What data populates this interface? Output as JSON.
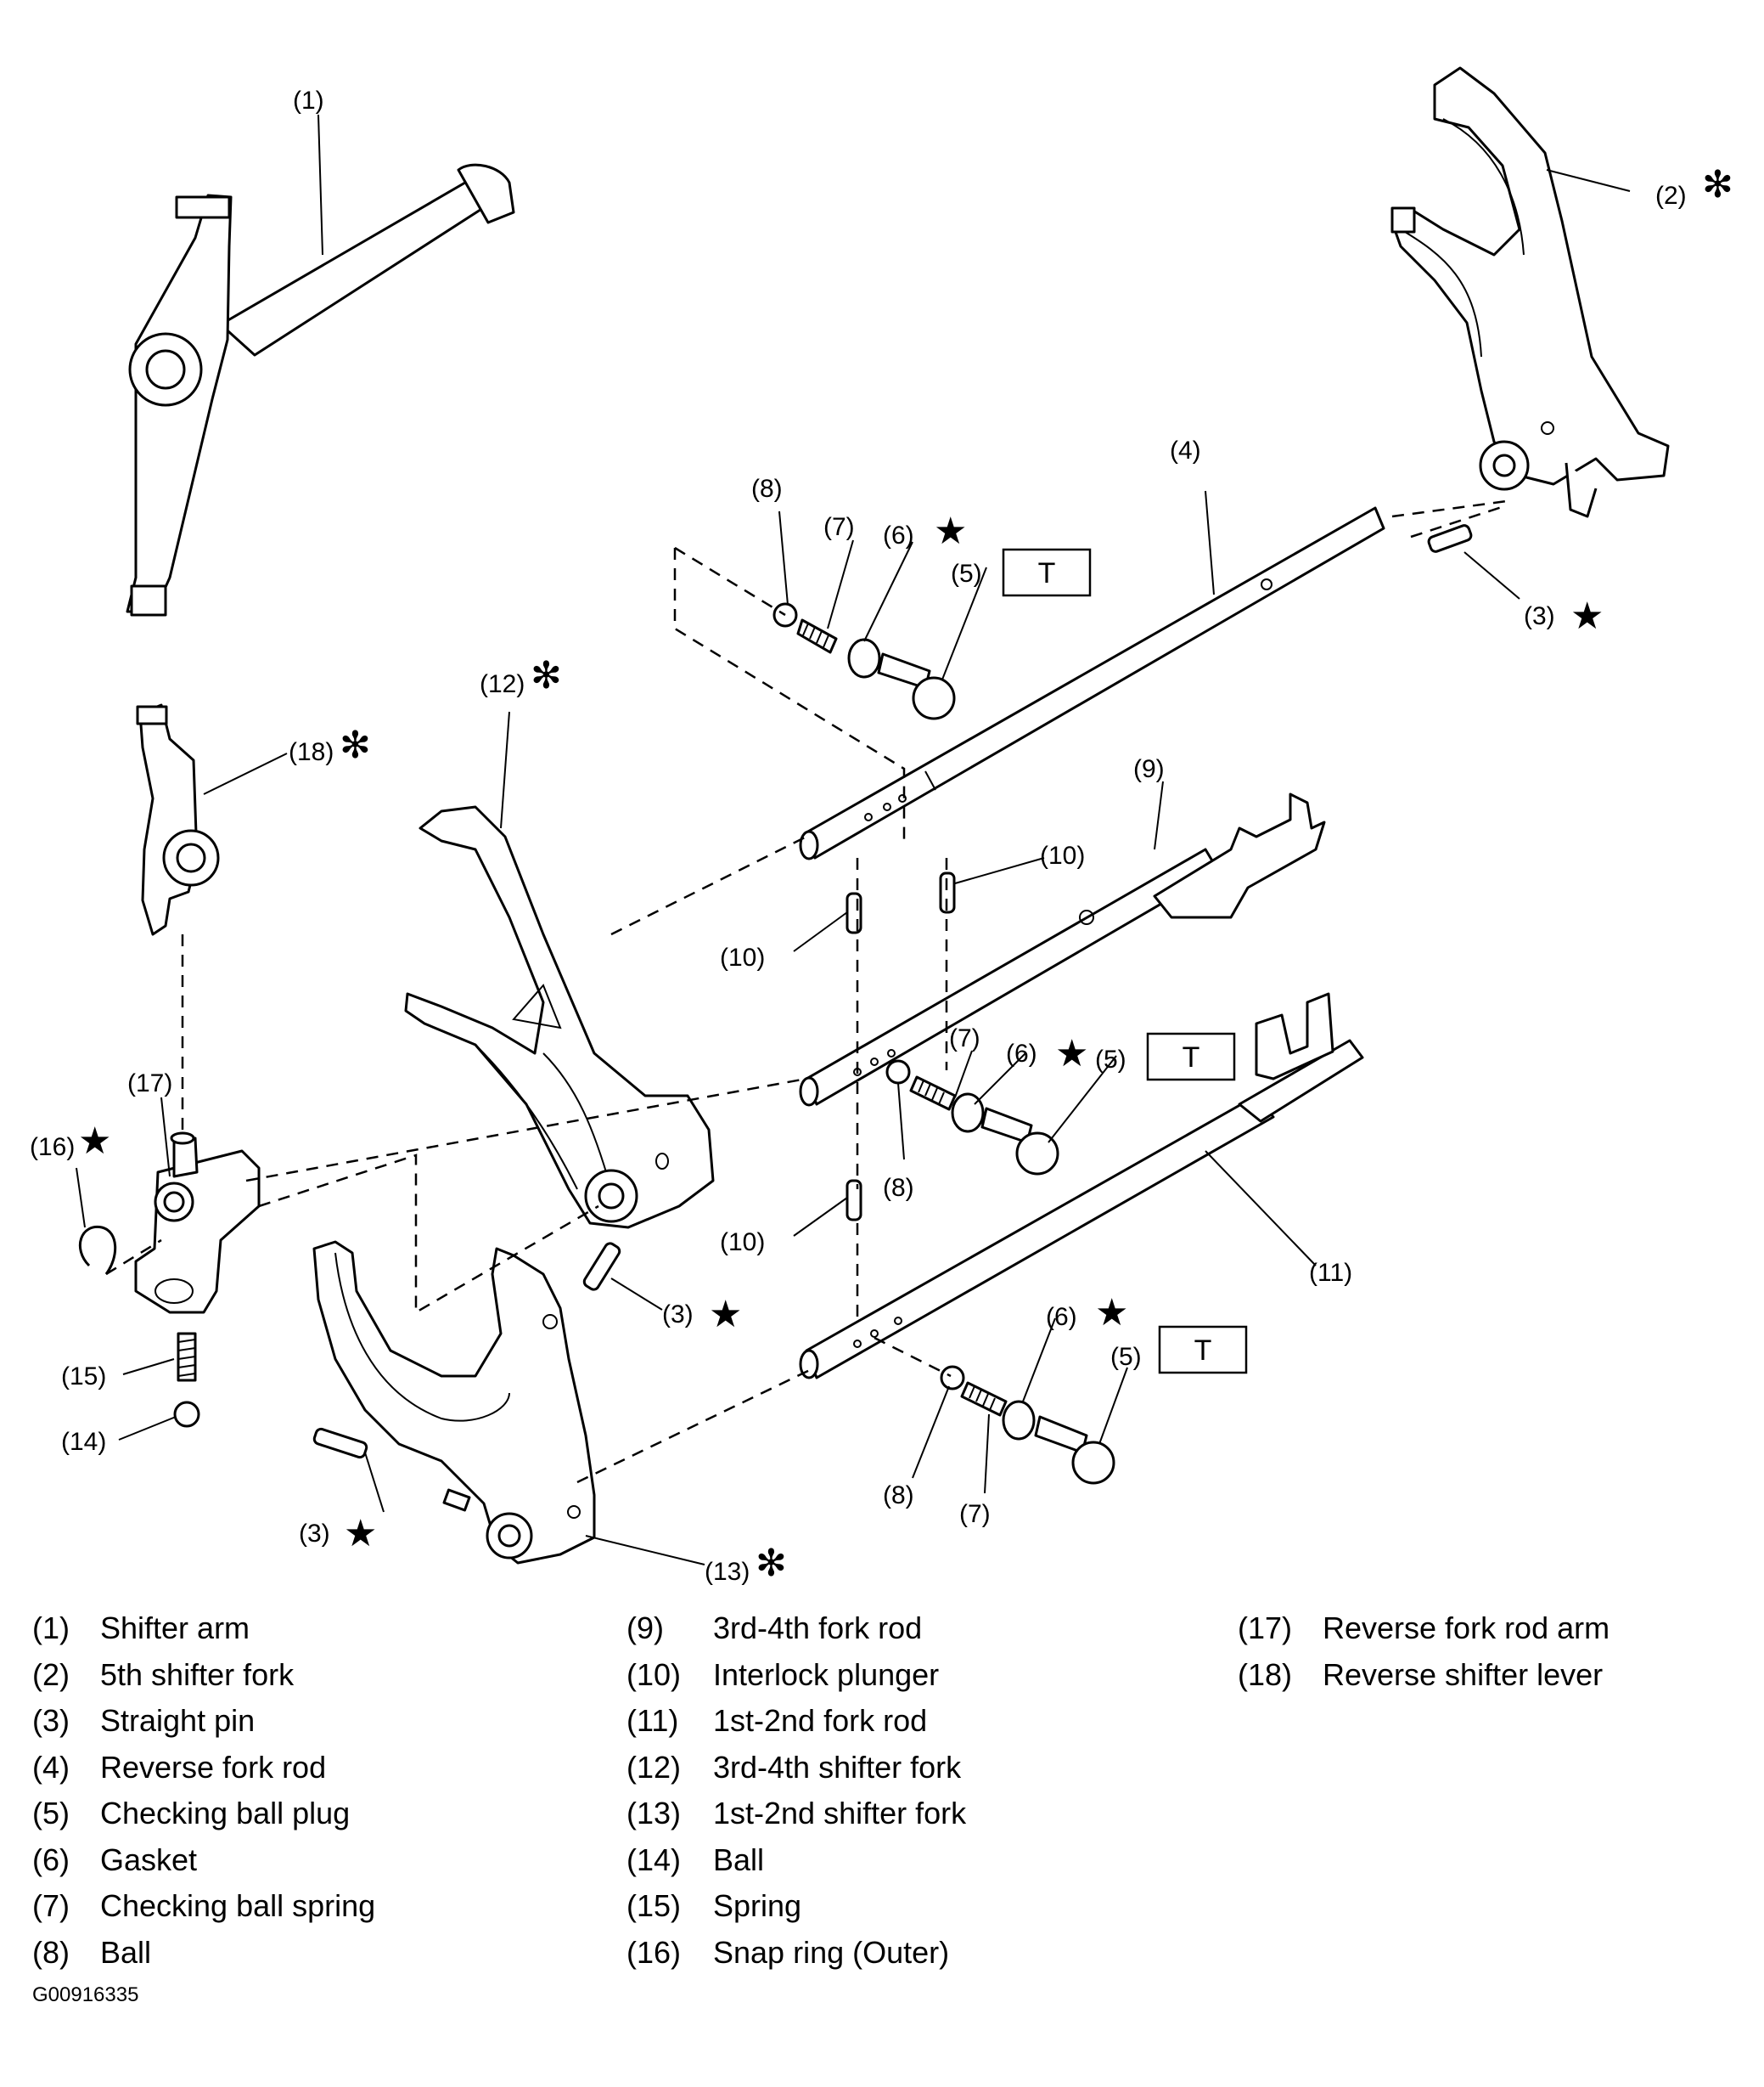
{
  "callouts": {
    "c1": "(1)",
    "c2": "(2)",
    "c3a": "(3)",
    "c3b": "(3)",
    "c3c": "(3)",
    "c4": "(4)",
    "c5a": "(5)",
    "c5b": "(5)",
    "c5c": "(5)",
    "c6a": "(6)",
    "c6b": "(6)",
    "c6c": "(6)",
    "c7a": "(7)",
    "c7b": "(7)",
    "c7c": "(7)",
    "c8a": "(8)",
    "c8b": "(8)",
    "c8c": "(8)",
    "c9": "(9)",
    "c10a": "(10)",
    "c10b": "(10)",
    "c10c": "(10)",
    "c11": "(11)",
    "c12": "(12)",
    "c13": "(13)",
    "c14": "(14)",
    "c15": "(15)",
    "c16": "(16)",
    "c17": "(17)",
    "c18": "(18)"
  },
  "symbols": {
    "star": "★",
    "asterisk": "✻",
    "tightening": "T"
  },
  "legend": {
    "col1": [
      {
        "num": "(1)",
        "text": "Shifter arm"
      },
      {
        "num": "(2)",
        "text": "5th shifter fork"
      },
      {
        "num": "(3)",
        "text": "Straight pin"
      },
      {
        "num": "(4)",
        "text": "Reverse fork rod"
      },
      {
        "num": "(5)",
        "text": "Checking ball plug"
      },
      {
        "num": "(6)",
        "text": "Gasket"
      },
      {
        "num": "(7)",
        "text": "Checking ball spring"
      },
      {
        "num": "(8)",
        "text": "Ball"
      }
    ],
    "col2": [
      {
        "num": "(9)",
        "text": "3rd-4th fork rod"
      },
      {
        "num": "(10)",
        "text": "Interlock plunger"
      },
      {
        "num": "(11)",
        "text": "1st-2nd fork rod"
      },
      {
        "num": "(12)",
        "text": "3rd-4th shifter fork"
      },
      {
        "num": "(13)",
        "text": "1st-2nd shifter fork"
      },
      {
        "num": "(14)",
        "text": "Ball"
      },
      {
        "num": "(15)",
        "text": "Spring"
      },
      {
        "num": "(16)",
        "text": "Snap ring (Outer)"
      }
    ],
    "col3": [
      {
        "num": "(17)",
        "text": "Reverse fork rod arm"
      },
      {
        "num": "(18)",
        "text": "Reverse shifter lever"
      }
    ]
  },
  "figure_code": "G00916335"
}
